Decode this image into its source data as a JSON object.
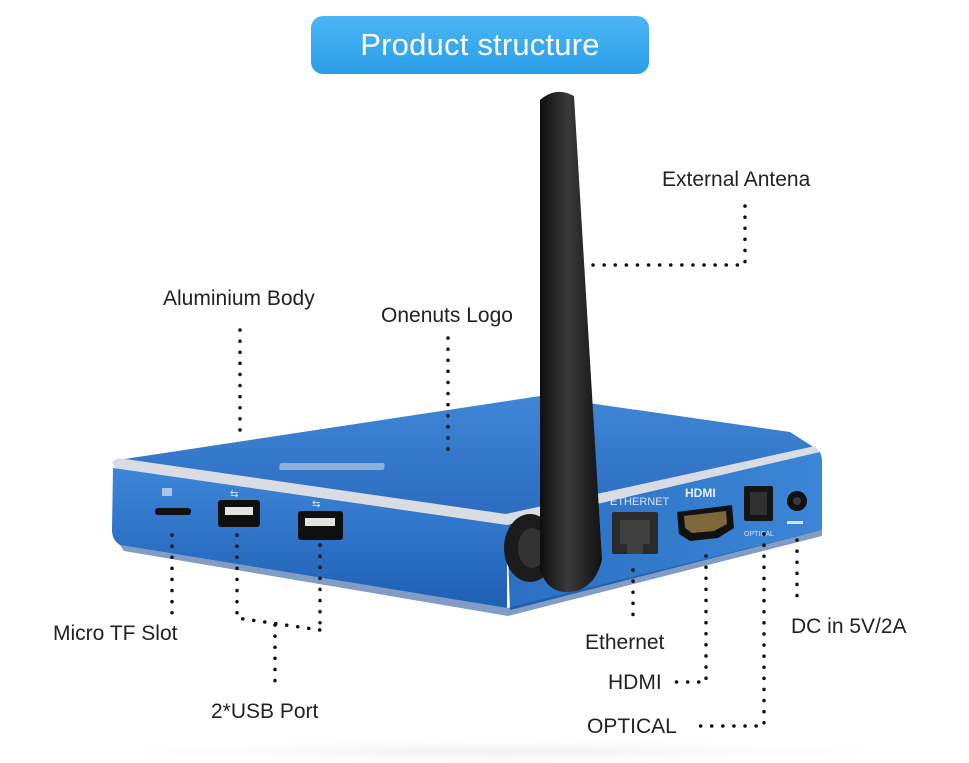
{
  "title": "Product structure",
  "labels": {
    "external_antena": "External Antena",
    "aluminium_body": "Aluminium Body",
    "onenuts_logo": "Onenuts Logo",
    "micro_tf_slot": "Micro TF Slot",
    "usb_port": "2*USB Port",
    "ethernet": "Ethernet",
    "hdmi": "HDMI",
    "optical": "OPTICAL",
    "dc_in": "DC in 5V/2A"
  },
  "device_text": {
    "ethernet_port": "ETHERNET",
    "hdmi_port": "HDMI",
    "optical_port": "OPTICAL"
  },
  "colors": {
    "accent": "#2a9ee8",
    "body_blue": "#2f74c6",
    "antenna": "#1a1a1a"
  }
}
